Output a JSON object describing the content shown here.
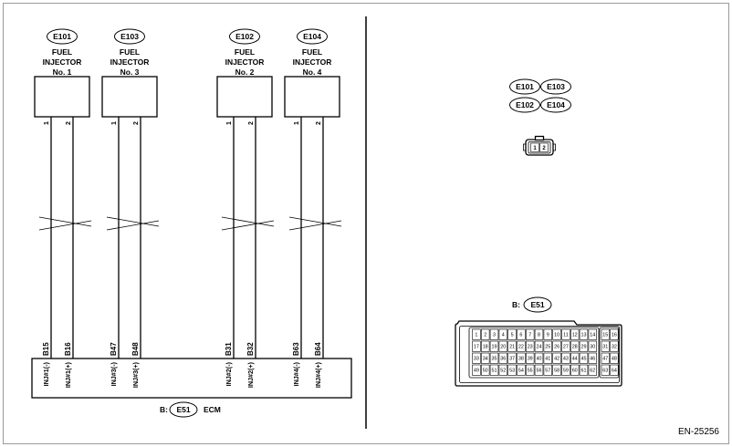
{
  "figure_id": "EN-25256",
  "injectors": [
    {
      "connector": "E101",
      "name": [
        "FUEL",
        "INJECTOR",
        "No. 1"
      ],
      "pins": [
        "1",
        "2"
      ],
      "terminals": [
        "B15",
        "B16"
      ],
      "ecm_signals": [
        "INJ#1(-)",
        "INJ#1(+)"
      ]
    },
    {
      "connector": "E103",
      "name": [
        "FUEL",
        "INJECTOR",
        "No. 3"
      ],
      "pins": [
        "1",
        "2"
      ],
      "terminals": [
        "B47",
        "B48"
      ],
      "ecm_signals": [
        "INJ#3(-)",
        "INJ#3(+)"
      ]
    },
    {
      "connector": "E102",
      "name": [
        "FUEL",
        "INJECTOR",
        "No. 2"
      ],
      "pins": [
        "1",
        "2"
      ],
      "terminals": [
        "B31",
        "B32"
      ],
      "ecm_signals": [
        "INJ#2(-)",
        "INJ#2(+)"
      ]
    },
    {
      "connector": "E104",
      "name": [
        "FUEL",
        "INJECTOR",
        "No. 4"
      ],
      "pins": [
        "1",
        "2"
      ],
      "terminals": [
        "B63",
        "B64"
      ],
      "ecm_signals": [
        "INJ#4(-)",
        "INJ#4(+)"
      ]
    }
  ],
  "ecm": {
    "prefix": "B:",
    "connector": "E51",
    "label": "ECM"
  },
  "connector_views": {
    "injector_connectors": [
      "E101",
      "E103",
      "E102",
      "E104"
    ],
    "injector_connector_pins": [
      "1",
      "2"
    ],
    "ecm_prefix": "B:",
    "ecm_connector": "E51",
    "ecm_pins_main": [
      [
        "1",
        "2",
        "3",
        "4",
        "5",
        "6",
        "7",
        "8",
        "9",
        "10",
        "11",
        "12",
        "13",
        "14"
      ],
      [
        "17",
        "18",
        "19",
        "20",
        "21",
        "22",
        "23",
        "24",
        "25",
        "26",
        "27",
        "28",
        "29",
        "30"
      ],
      [
        "33",
        "34",
        "35",
        "36",
        "37",
        "38",
        "39",
        "40",
        "41",
        "42",
        "43",
        "44",
        "45",
        "46"
      ],
      [
        "49",
        "50",
        "51",
        "52",
        "53",
        "54",
        "55",
        "56",
        "57",
        "58",
        "59",
        "60",
        "61",
        "62"
      ]
    ],
    "ecm_pins_side": [
      [
        "15",
        "16"
      ],
      [
        "31",
        "32"
      ],
      [
        "47",
        "48"
      ],
      [
        "63",
        "64"
      ]
    ]
  },
  "colors": {
    "line": "#000000",
    "background": "#ffffff",
    "frame": "#9a9a9a"
  }
}
